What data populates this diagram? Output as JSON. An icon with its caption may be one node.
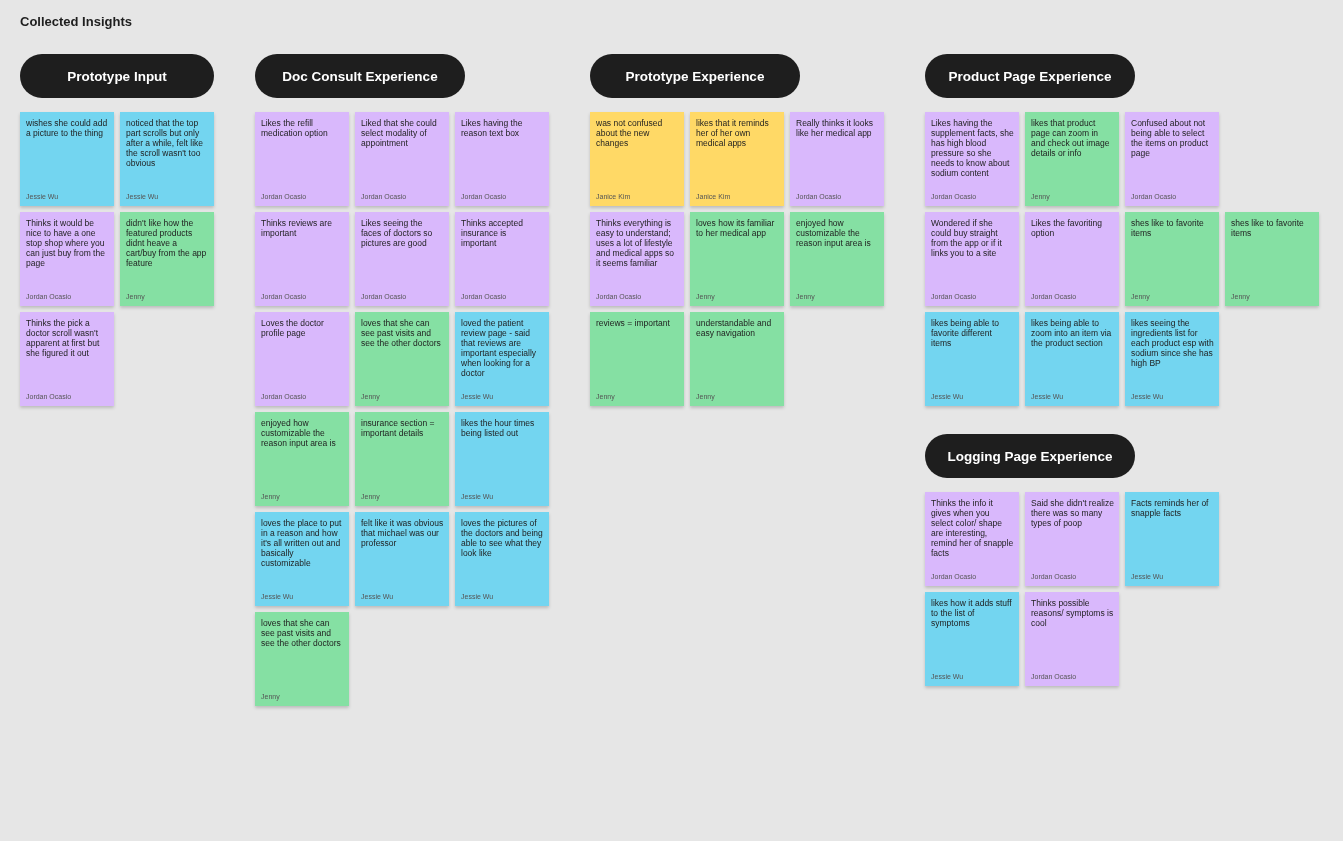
{
  "diagram": {
    "title": "Collected Insights",
    "nodes": [
      {
        "text": [
          "Prototype Input"
        ]
      },
      {
        "text": [
          "wishes she could add a picture to the thing",
          "Jessie Wu"
        ]
      },
      {
        "text": [
          "noticed that the top part scrolls but only after a while, felt like the scroll wasn't too obvious",
          "Jessie Wu"
        ]
      },
      {
        "text": [
          "Thinks it would be nice to have a one stop shop where you can just buy from the page",
          "Jordan Ocasio"
        ]
      },
      {
        "text": [
          "didn't like how the featured products didnt heave a cart/buy from the app feature",
          "Jenny"
        ]
      },
      {
        "text": [
          "Thinks the pick a doctor scroll wasn't apparent at first but she figured it out",
          "Jordan Ocasio"
        ]
      },
      {
        "text": [
          "Doc Consult Experience"
        ]
      },
      {
        "text": [
          "Likes the refill medication option",
          "Jordan Ocasio"
        ]
      },
      {
        "text": [
          "Liked that she could select modality of appointment",
          "Jordan Ocasio"
        ]
      },
      {
        "text": [
          "Likes having the reason text box",
          "Jordan Ocasio"
        ]
      },
      {
        "text": [
          "Thinks reviews are important",
          "Jordan Ocasio"
        ]
      },
      {
        "text": [
          "Likes seeing the faces of doctors so pictures are good",
          "Jordan Ocasio"
        ]
      },
      {
        "text": [
          "Thinks accepted insurance is important",
          "Jordan Ocasio"
        ]
      },
      {
        "text": [
          "Loves the doctor profile page",
          "Jordan Ocasio"
        ]
      },
      {
        "text": [
          "loves that she can see past visits and see the other doctors",
          "Jenny"
        ]
      },
      {
        "text": [
          "loved the patient review page - said that reviews are important especially when looking for a doctor",
          "Jessie Wu"
        ]
      },
      {
        "text": [
          "enjoyed how customizable the reason input area is",
          "Jenny"
        ]
      },
      {
        "text": [
          "insurance section = important details",
          "Jenny"
        ]
      },
      {
        "text": [
          "likes the hour times being listed out",
          "Jessie Wu"
        ]
      },
      {
        "text": [
          "loves the place to put in a reason and how it's all written out and basically customizable",
          "Jessie Wu"
        ]
      },
      {
        "text": [
          "felt like it was obvious that michael was our professor",
          "Jessie Wu"
        ]
      },
      {
        "text": [
          "loves the pictures of the doctors and being able to see what they look like",
          "Jessie Wu"
        ]
      },
      {
        "text": [
          "loves that she can see past visits and see the other doctors",
          "Jenny"
        ]
      },
      {
        "text": [
          "Prototype Experience"
        ]
      },
      {
        "text": [
          "was not confused about the new changes",
          "Janice Kim"
        ]
      },
      {
        "text": [
          "likes that it reminds her of her own medical apps",
          "Janice Kim"
        ]
      },
      {
        "text": [
          "Really thinks it looks like her medical app",
          "Jordan Ocasio"
        ]
      },
      {
        "text": [
          "Thinks everything is easy to understand; uses a lot of lifestyle and medical apps so it seems familiar",
          "Jordan Ocasio"
        ]
      },
      {
        "text": [
          "loves how its familiar to her medical app",
          "Jenny"
        ]
      },
      {
        "text": [
          "enjoyed how customizable the reason input area is",
          "Jenny"
        ]
      },
      {
        "text": [
          "reviews = important",
          "Jenny"
        ]
      },
      {
        "text": [
          "understandable and easy navigation",
          "Jenny"
        ]
      },
      {
        "text": [
          "Product Page Experience"
        ]
      },
      {
        "text": [
          "Likes having the supplement facts, she has high blood pressure so she needs to know about sodium content",
          "Jordan Ocasio"
        ]
      },
      {
        "text": [
          "likes that product page can zoom in and check out image details or info",
          "Jenny"
        ]
      },
      {
        "text": [
          "Confused about not being able to select the items on product page",
          "Jordan Ocasio"
        ]
      },
      {
        "text": [
          "Wondered if she could buy straight from the app or if it links you to a site",
          "Jordan Ocasio"
        ]
      },
      {
        "text": [
          "Likes the favoriting option",
          "Jordan Ocasio"
        ]
      },
      {
        "text": [
          "shes like to favorite items",
          "Jenny"
        ]
      },
      {
        "text": [
          "shes like to favorite items",
          "Jenny"
        ]
      },
      {
        "text": [
          "likes being able to favorite different items",
          "Jessie Wu"
        ]
      },
      {
        "text": [
          "likes being able to zoom into an item via the product section",
          "Jessie Wu"
        ]
      },
      {
        "text": [
          "likes seeing the ingredients list for each product esp with sodium since she has high BP",
          "Jessie Wu"
        ]
      },
      {
        "text": [
          "Logging Page Experience"
        ]
      },
      {
        "text": [
          "Thinks the info it gives when you select color/ shape are interesting, remind her of snapple facts",
          "Jordan Ocasio"
        ]
      },
      {
        "text": [
          "Said she didn't realize there was so many types of poop",
          "Jordan Ocasio"
        ]
      },
      {
        "text": [
          "Facts reminds her of snapple facts",
          "Jessie Wu"
        ]
      },
      {
        "text": [
          "likes how it adds stuff to the list of symptoms",
          "Jessie Wu"
        ]
      },
      {
        "text": [
          "Thinks possible reasons/ symptoms is cool",
          "Jordan Ocasio"
        ]
      }
    ]
  }
}
